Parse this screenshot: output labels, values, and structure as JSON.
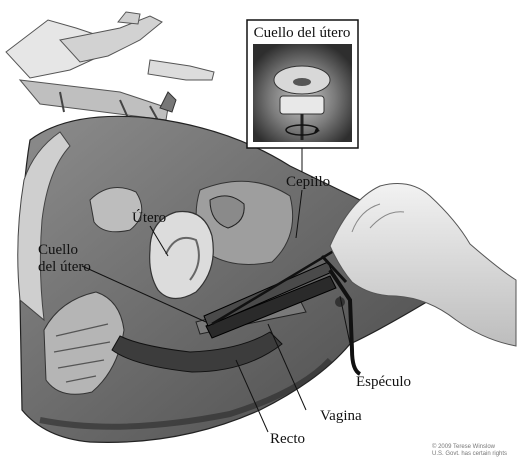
{
  "diagram": {
    "labels": {
      "inset_title": "Cuello del útero",
      "brush": "Cepillo",
      "uterus": "Útero",
      "cervix_line1": "Cuello",
      "cervix_line2": "del útero",
      "speculum": "Espéculo",
      "vagina": "Vagina",
      "rectum": "Recto"
    },
    "copyright": {
      "line1": "© 2009 Terese Winslow",
      "line2": "U.S. Govt. has certain rights"
    },
    "colors": {
      "background": "#ffffff",
      "ink": "#111111",
      "tissue_dark": "#5a5a5a",
      "tissue_mid": "#9a9a9a",
      "tissue_light": "#d6d6d6"
    }
  }
}
